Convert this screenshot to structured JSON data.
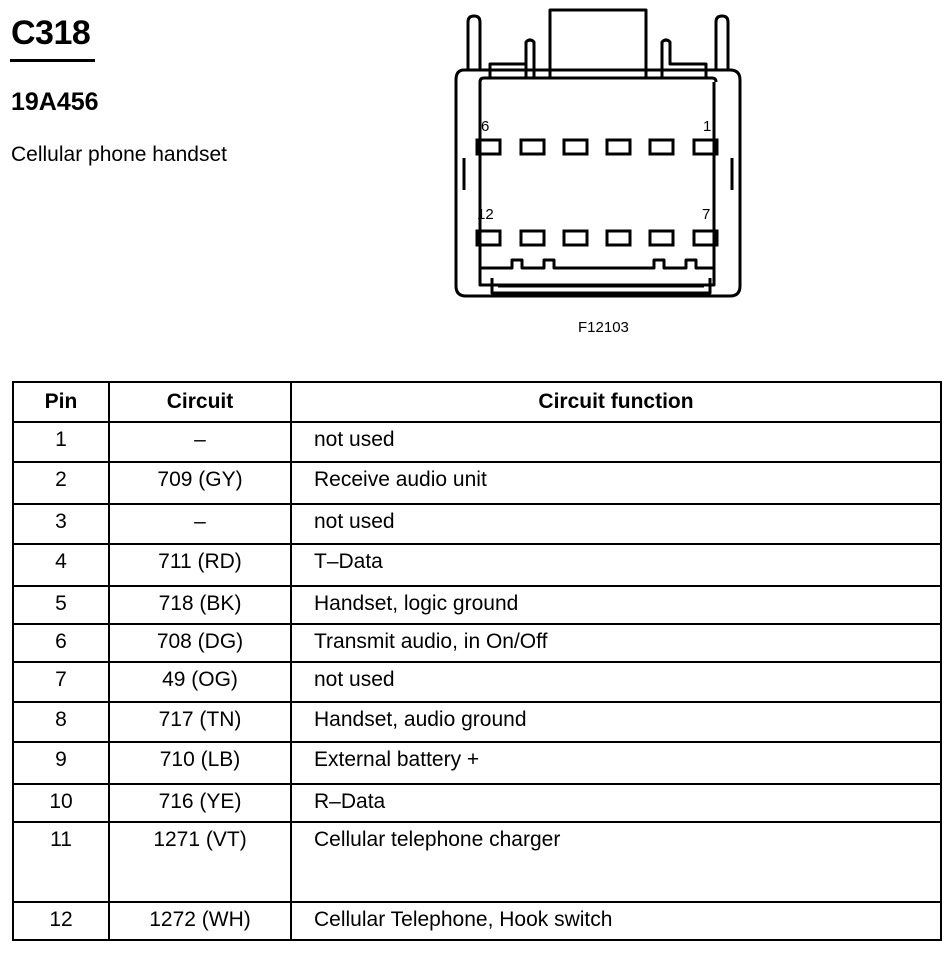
{
  "connector": {
    "id": "C318",
    "part_number": "19A456",
    "description": "Cellular phone handset",
    "figure_id": "F12103",
    "pin_labels": {
      "top_left": "6",
      "top_right": "1",
      "bottom_left": "12",
      "bottom_right": "7"
    }
  },
  "table": {
    "headers": {
      "pin": "Pin",
      "circuit": "Circuit",
      "function": "Circuit function"
    },
    "rows": [
      {
        "pin": "1",
        "circuit": "–",
        "function": "not used"
      },
      {
        "pin": "2",
        "circuit": "709 (GY)",
        "function": "Receive audio unit"
      },
      {
        "pin": "3",
        "circuit": "–",
        "function": "not used"
      },
      {
        "pin": "4",
        "circuit": "711 (RD)",
        "function": "T–Data"
      },
      {
        "pin": "5",
        "circuit": "718 (BK)",
        "function": "Handset, logic ground"
      },
      {
        "pin": "6",
        "circuit": "708 (DG)",
        "function": "Transmit audio, in On/Off"
      },
      {
        "pin": "7",
        "circuit": "49 (OG)",
        "function": "not used"
      },
      {
        "pin": "8",
        "circuit": "717 (TN)",
        "function": "Handset, audio ground"
      },
      {
        "pin": "9",
        "circuit": "710 (LB)",
        "function": "External battery +"
      },
      {
        "pin": "10",
        "circuit": "716 (YE)",
        "function": "R–Data"
      },
      {
        "pin": "11",
        "circuit": "1271 (VT)",
        "function": "Cellular telephone charger"
      },
      {
        "pin": "12",
        "circuit": "1272 (WH)",
        "function": "Cellular Telephone, Hook switch"
      }
    ]
  }
}
